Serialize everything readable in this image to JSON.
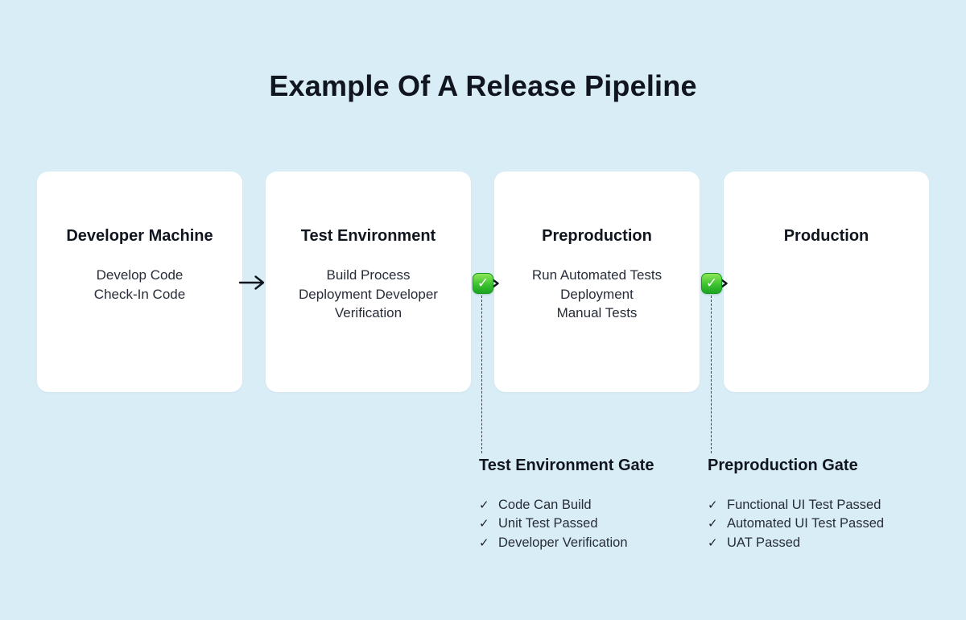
{
  "title": "Example Of A Release Pipeline",
  "colors": {
    "background": "#d9edf6",
    "card_bg": "#ffffff",
    "text_primary": "#10151f",
    "text_secondary": "#272d38",
    "arrow": "#10151f",
    "dash": "#3c434f",
    "tick": "#1d2430",
    "badge_green_light": "#8fe75a",
    "badge_green": "#3dc32f",
    "badge_green_dark": "#1ca322",
    "badge_border": "#17991d"
  },
  "stages": [
    {
      "title": "Developer Machine",
      "lines": [
        "Develop Code",
        "Check-In Code"
      ]
    },
    {
      "title": "Test Environment",
      "lines": [
        "Build Process",
        "Deployment Developer",
        "Verification"
      ]
    },
    {
      "title": "Preproduction",
      "lines": [
        "Run Automated Tests",
        "Deployment",
        "Manual Tests"
      ]
    },
    {
      "title": "Production",
      "lines": []
    }
  ],
  "gates": [
    {
      "title": "Test Environment Gate",
      "items": [
        "Code Can Build",
        "Unit Test Passed",
        "Developer Verification"
      ]
    },
    {
      "title": "Preproduction Gate",
      "items": [
        "Functional UI Test Passed",
        "Automated UI Test Passed",
        "UAT Passed"
      ]
    }
  ],
  "icons": {
    "badge_check": "✓",
    "list_check": "✓"
  }
}
